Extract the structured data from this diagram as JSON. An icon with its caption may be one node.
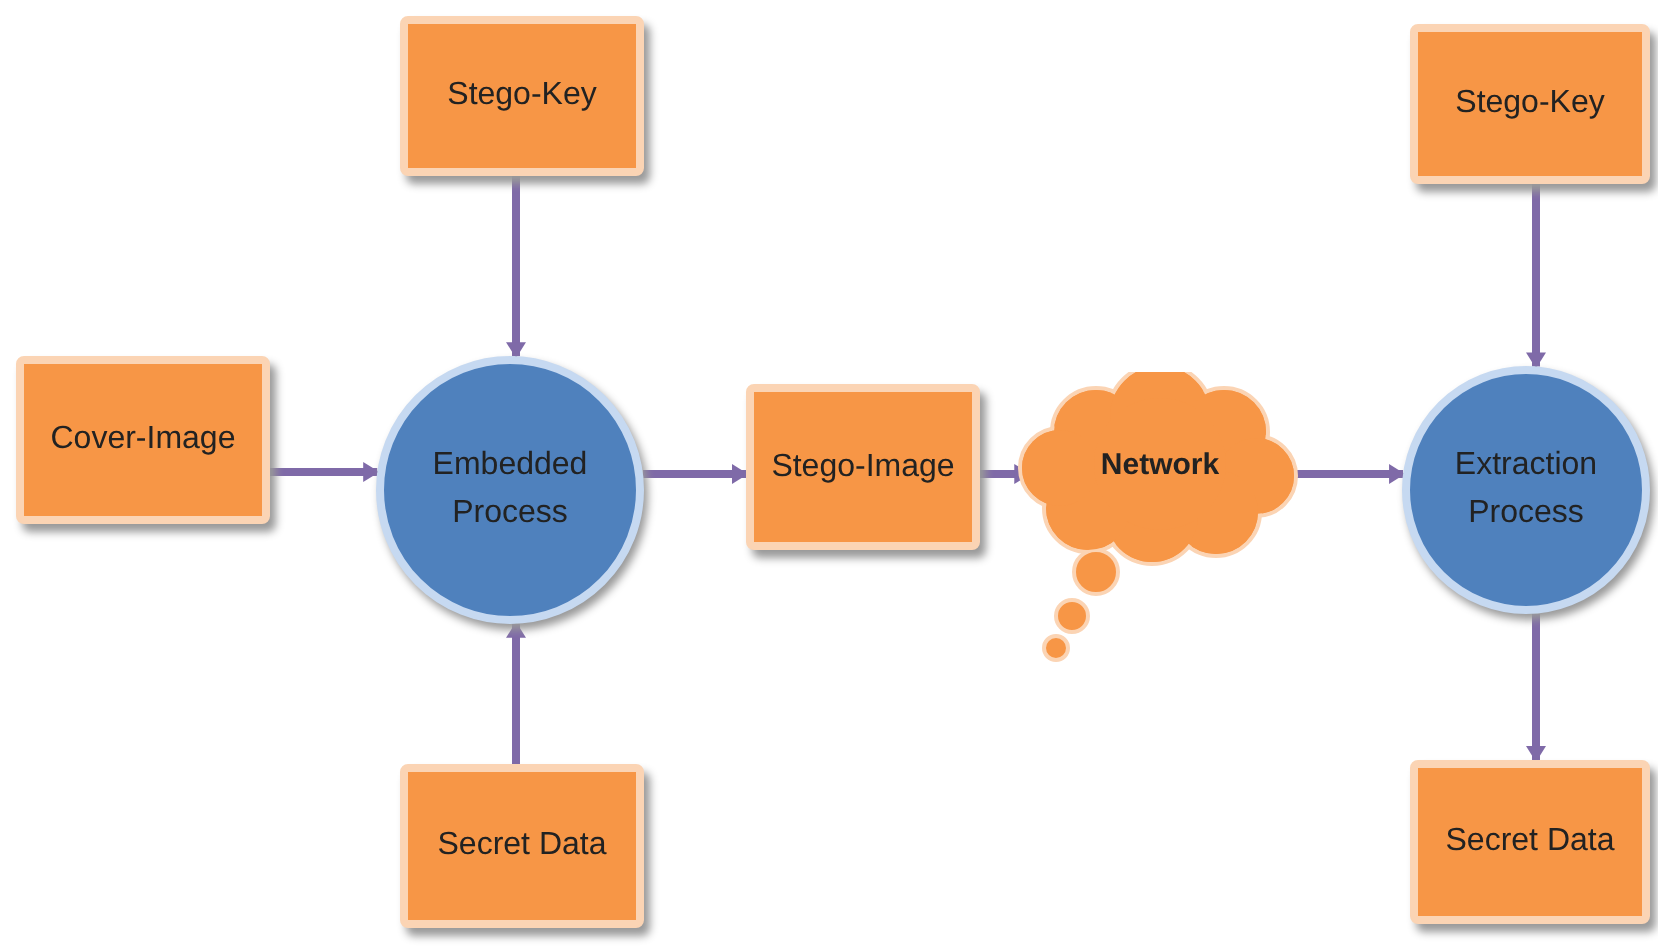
{
  "diagram": {
    "nodes": [
      {
        "text": [
          "Stego-Key"
        ]
      },
      {
        "text": [
          "Cover-Image"
        ]
      },
      {
        "text": [
          "Embedded Process"
        ]
      },
      {
        "text": [
          "Stego-Image"
        ]
      },
      {
        "text": [
          "Network"
        ]
      },
      {
        "text": [
          "Extraction Process"
        ]
      },
      {
        "text": [
          "Secret Data"
        ]
      },
      {
        "text": [
          "Stego-Key"
        ]
      },
      {
        "text": [
          "Secret Data"
        ]
      }
    ],
    "edges": [
      {
        "from": 0,
        "to": 2,
        "arrow": "to"
      },
      {
        "from": 1,
        "to": 2,
        "arrow": "to"
      },
      {
        "from": 6,
        "to": 2,
        "arrow": "to"
      },
      {
        "from": 2,
        "to": 3,
        "arrow": "to"
      },
      {
        "from": 3,
        "to": 4,
        "arrow": "to"
      },
      {
        "from": 4,
        "to": 5,
        "arrow": "to"
      },
      {
        "from": 7,
        "to": 5,
        "arrow": "to"
      },
      {
        "from": 5,
        "to": 8,
        "arrow": "to"
      }
    ]
  }
}
